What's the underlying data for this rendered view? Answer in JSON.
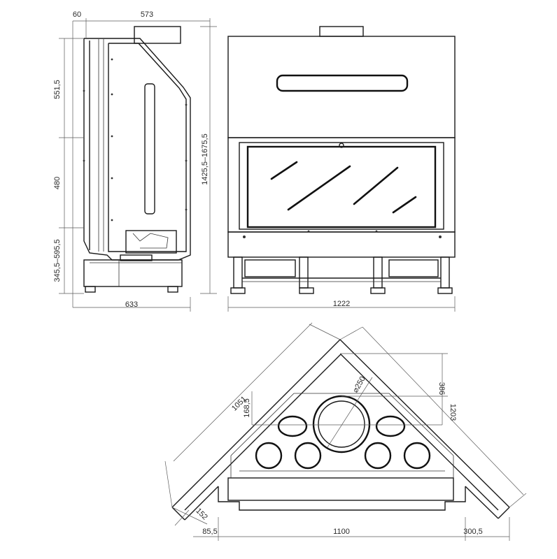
{
  "dimensions": {
    "side_top_offset": "60",
    "side_top_depth": "573",
    "side_upper_height": "551,5",
    "side_middle_height": "480",
    "side_lower_height": "345,5–595,5",
    "overall_height": "1425,5–1675,5",
    "side_total_depth": "633",
    "front_width": "1222",
    "plan_left_side": "1051",
    "plan_right_side": "1203",
    "plan_flue_diameter": "⌀250",
    "plan_flue_offset": "168,5",
    "plan_flue_depth": "386",
    "plan_corner_depth": "152",
    "plan_left_overhang": "85,5",
    "plan_base_width": "1100",
    "plan_right_overhang": "300,5"
  }
}
